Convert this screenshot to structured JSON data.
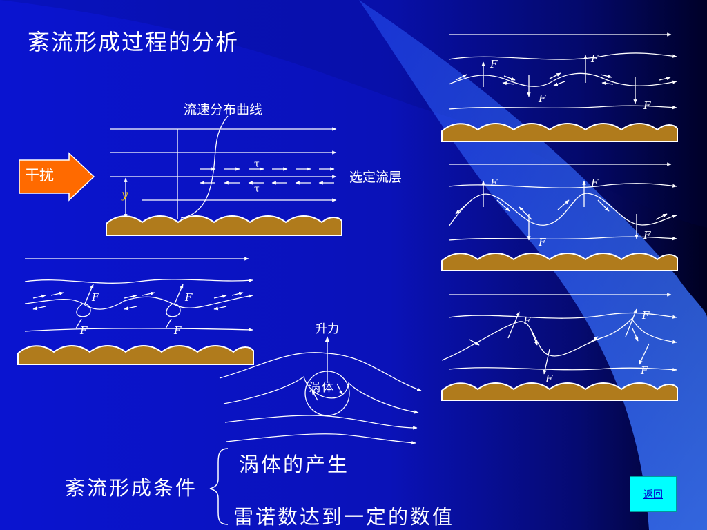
{
  "slide": {
    "title": "紊流形成过程的分析",
    "accent_color": "#ff6a00",
    "background_color": "#0a14c8",
    "swoosh_color": "#3c78ff",
    "wall_color": "#b07b1c"
  },
  "diagram_main": {
    "profile_label": "流速分布曲线",
    "layer_label": "选定流层",
    "tau_top": "τ",
    "tau_bottom": "τ",
    "y_label": "y",
    "disturbance_button": "干扰"
  },
  "diagram_vortex": {
    "lift_label": "升力",
    "vortex_label": "涡体"
  },
  "force_label": "F",
  "conditions": {
    "main": "紊流形成条件",
    "items": [
      "涡体的产生",
      "雷诺数达到一定的数值"
    ]
  },
  "nav": {
    "return_label": "返回"
  }
}
